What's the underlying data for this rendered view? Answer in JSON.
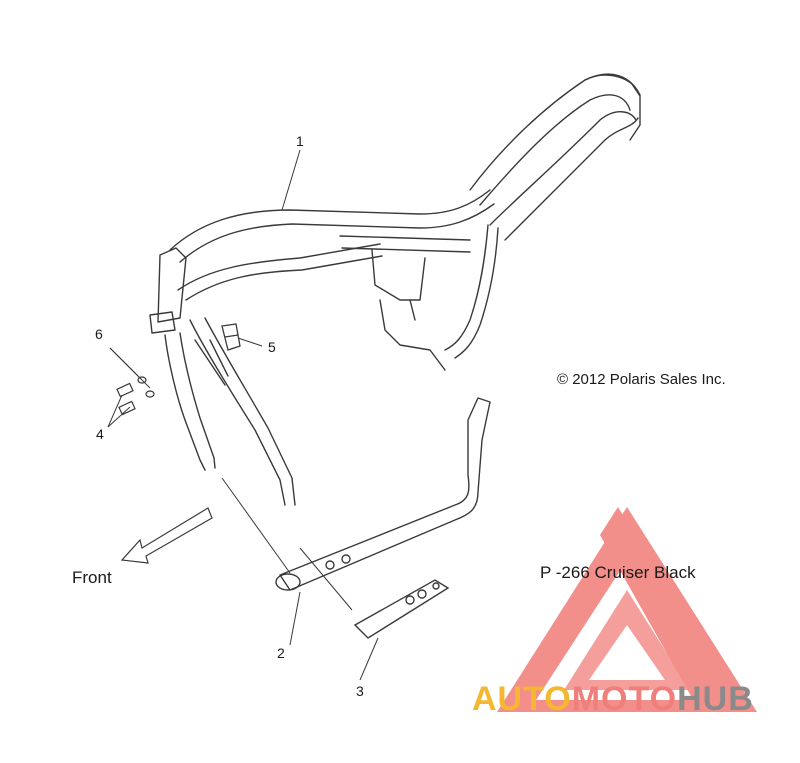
{
  "copyright": "© 2012 Polaris Sales Inc.",
  "front_label": "Front",
  "model_label": "P -266  Cruiser Black",
  "callouts": [
    {
      "id": "1",
      "text": "1"
    },
    {
      "id": "2",
      "text": "2"
    },
    {
      "id": "3",
      "text": "3"
    },
    {
      "id": "4",
      "text": "4"
    },
    {
      "id": "5",
      "text": "5"
    },
    {
      "id": "6",
      "text": "6"
    }
  ],
  "watermark": {
    "parts": [
      "AUTO",
      "MOTO",
      "HUB"
    ],
    "colors": [
      "#f5b731",
      "#ef7f7a",
      "#8a8a8a"
    ],
    "logo_color": "#ee6a64",
    "name": "triangle-logo"
  },
  "line_color": "#3a3a3a"
}
